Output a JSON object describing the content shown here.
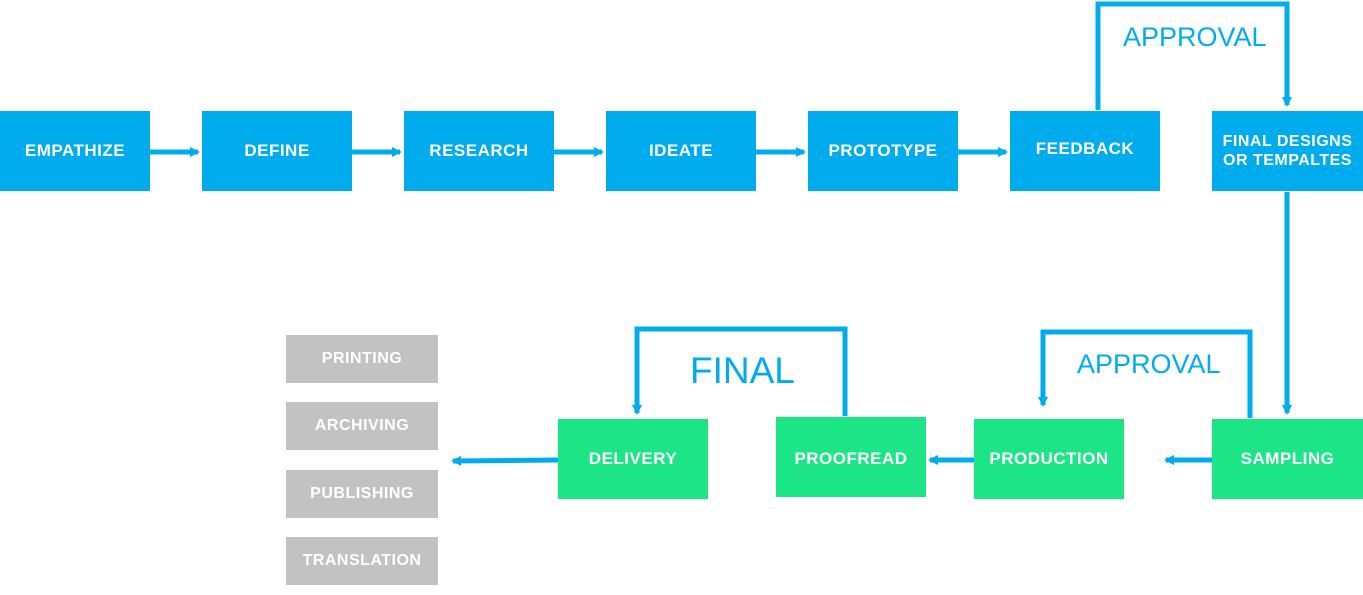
{
  "colors": {
    "stage_blue": "#00acee",
    "stage_green": "#1ce586",
    "output_gray": "#c2c2c2",
    "arrow": "#00acee",
    "label_text": "#00acee",
    "box_text": "#ffffff"
  },
  "stages": {
    "empathize": "EMPATHIZE",
    "define": "DEFINE",
    "research": "RESEARCH",
    "ideate": "IDEATE",
    "prototype": "PROTOTYPE",
    "feedback": "FEEDBACK",
    "final_designs_line1": "FINAL DESIGNS",
    "final_designs_line2": "OR TEMPALTES",
    "sampling": "SAMPLING",
    "production": "PRODUCTION",
    "proofread": "PROOFREAD",
    "delivery": "DELIVERY"
  },
  "outputs": {
    "printing": "PRINTING",
    "archiving": "ARCHIVING",
    "publishing": "PUBLISHING",
    "translation": "TRANSLATION"
  },
  "loop_labels": {
    "approval_top": "APPROVAL",
    "approval_bottom": "APPROVAL",
    "final": "FINAL"
  }
}
